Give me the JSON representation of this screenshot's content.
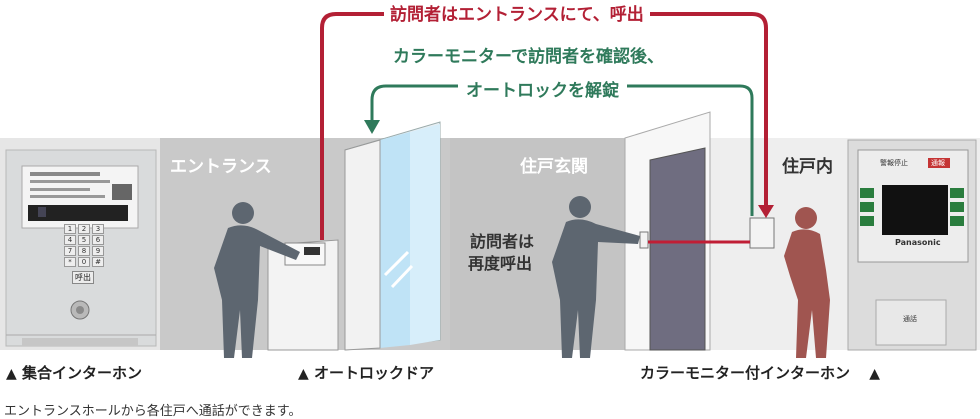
{
  "flow": {
    "red_label": "訪問者はエントランスにて、呼出",
    "green_label_line1": "カラーモニターで訪問者を確認後、",
    "green_label_line2": "オートロックを解錠"
  },
  "zones": {
    "entrance": "エントランス",
    "genkan": "住戸玄関",
    "inside": "住戸内"
  },
  "genkan_note": {
    "line1": "訪問者は",
    "line2": "再度呼出"
  },
  "captions": {
    "panel": "集合インターホン",
    "door": "オートロックドア",
    "monitor": "カラーモニター付インターホン",
    "triangle": "▲"
  },
  "panel_device": {
    "keys": [
      "1",
      "2",
      "3",
      "4",
      "5",
      "6",
      "7",
      "8",
      "9",
      "*",
      "0",
      "#"
    ],
    "call_key": "呼出"
  },
  "monitor_device": {
    "brand": "Panasonic",
    "btn_top_left": "警報停止",
    "btn_top_right": "通報",
    "talk": "通話"
  },
  "footnote": "エントランスホールから各住戸へ通話ができます。",
  "colors": {
    "red": "#b32035",
    "green": "#2f7a5b",
    "zone_gray": "#c9c9c9",
    "silhouette_gray": "#5d6670",
    "silhouette_red": "#a05550"
  }
}
